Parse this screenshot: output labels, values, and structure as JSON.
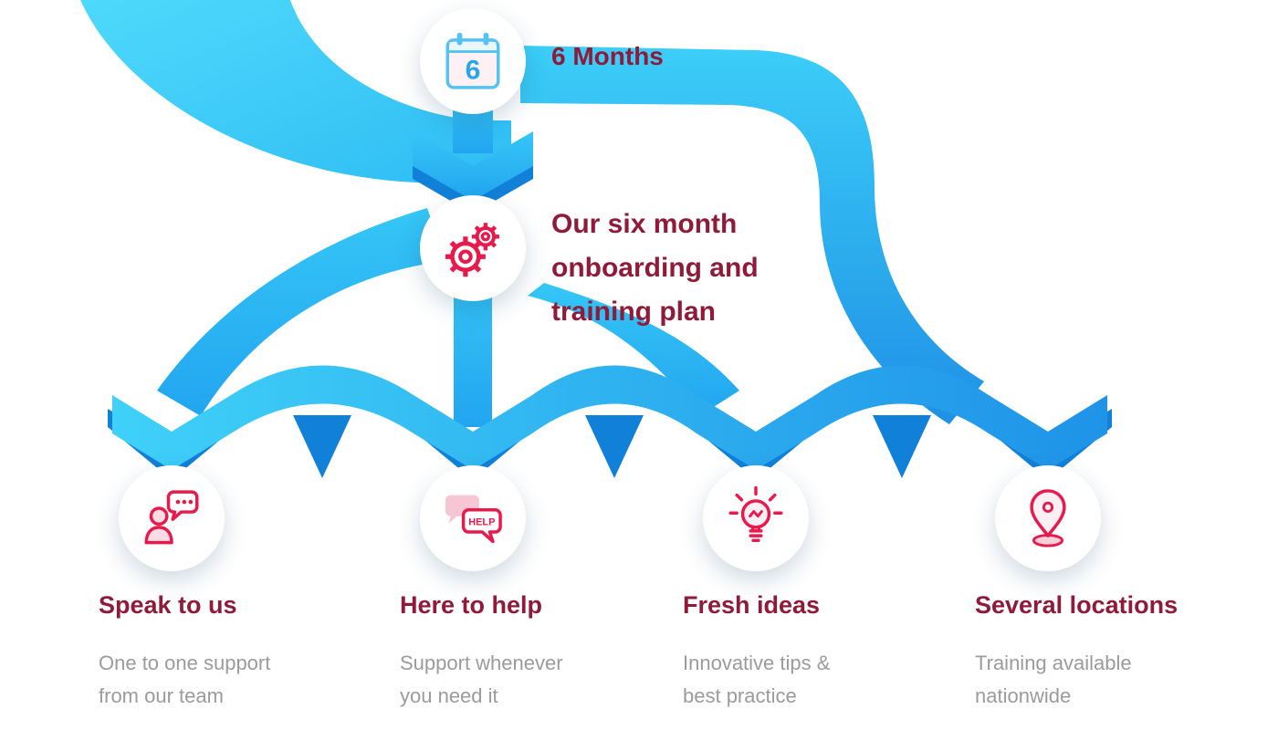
{
  "palette": {
    "ribbon_cyan": "#3FD1F8",
    "ribbon_blue": "#1F93E8",
    "ribbon_deep": "#1180D8",
    "heading_color": "#8F1A39",
    "description_color": "#9B9B9B",
    "icon_red": "#E8194B",
    "icon_pink": "#FADCE6",
    "icon_blue": "#54C3F0"
  },
  "duration": {
    "icon": "calendar-icon",
    "calendar_day": "6",
    "heading": "6 Months"
  },
  "process": {
    "icon": "gears-icon",
    "heading_lines": [
      "Our six month",
      "onboarding and",
      "training plan"
    ]
  },
  "items": [
    {
      "icon": "consultation-icon",
      "heading": "Speak to us",
      "description_lines": [
        "One to one support",
        "from our team"
      ]
    },
    {
      "icon": "help-bubbles-icon",
      "bubble_text": "HELP",
      "heading": "Here to help",
      "description_lines": [
        "Support whenever",
        "you need it"
      ]
    },
    {
      "icon": "lightbulb-icon",
      "heading": "Fresh ideas",
      "description_lines": [
        "Innovative tips &",
        "best practice"
      ]
    },
    {
      "icon": "location-pin-icon",
      "heading": "Several locations",
      "description_lines": [
        "Training available",
        "nationwide"
      ]
    }
  ]
}
